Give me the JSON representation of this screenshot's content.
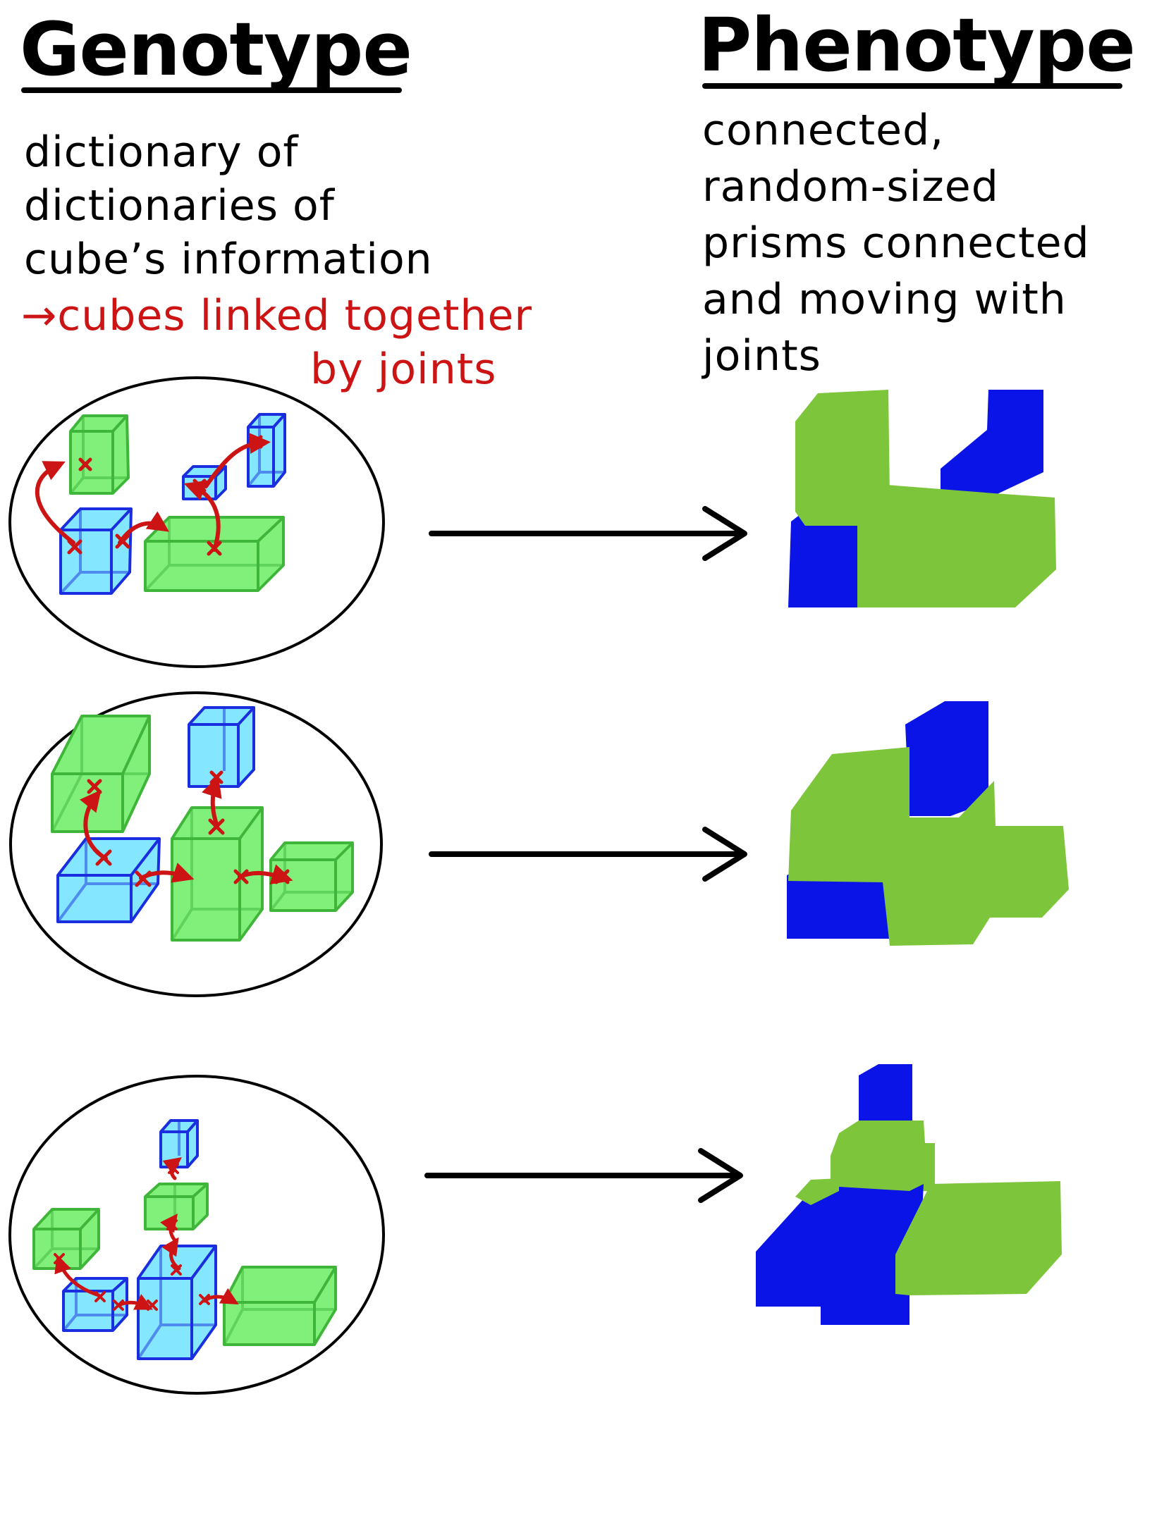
{
  "genotype": {
    "title": "Genotype",
    "description_lines": [
      "dictionary of",
      "dictionaries of",
      "cube’s information"
    ],
    "note_lines": [
      "→cubes linked together",
      "by joints"
    ]
  },
  "phenotype": {
    "title": "Phenotype",
    "description_lines": [
      "connected,",
      "random-sized",
      "prisms connected",
      "and moving with",
      "joints"
    ]
  },
  "colors": {
    "ink": "#000000",
    "joint": "#cc1414",
    "green_cube_fill": "#80f07a",
    "green_cube_edge": "#3fb63a",
    "blue_cube_fill": "#84e6ff",
    "blue_cube_edge": "#1a2ee0",
    "phenotype_green": "#7dc53b",
    "phenotype_blue": "#0b14e6"
  },
  "rows": [
    {
      "genotype_cubes": 5,
      "joints": 4
    },
    {
      "genotype_cubes": 5,
      "joints": 4
    },
    {
      "genotype_cubes": 6,
      "joints": 5
    }
  ]
}
